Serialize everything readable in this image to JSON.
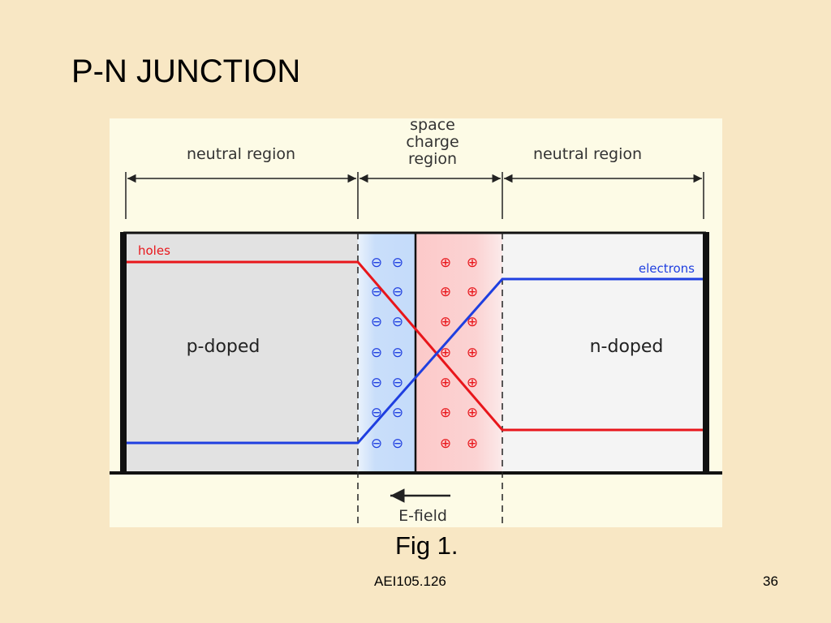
{
  "slide": {
    "title": "P-N JUNCTION",
    "caption": "Fig 1.",
    "footer": "AEI105.126",
    "page_number": "36"
  },
  "diagram": {
    "region_labels": {
      "left": "neutral region",
      "center_line1": "space",
      "center_line2": "charge",
      "center_line3": "region",
      "right": "neutral region"
    },
    "p_label": "p-doped",
    "n_label": "n-doped",
    "holes_label": "holes",
    "electrons_label": "electrons",
    "field_label": "E-field",
    "negative_ion_symbol": "⊖",
    "positive_ion_symbol": "⊕",
    "colors": {
      "holes": "#e8161b",
      "electrons": "#1f3fe0",
      "negative_region": "#c9defa",
      "positive_region": "#fbd3d3",
      "p_region": "#e2e2e2",
      "n_region": "#f4f4f4",
      "panel": "#fdfbe6"
    }
  }
}
